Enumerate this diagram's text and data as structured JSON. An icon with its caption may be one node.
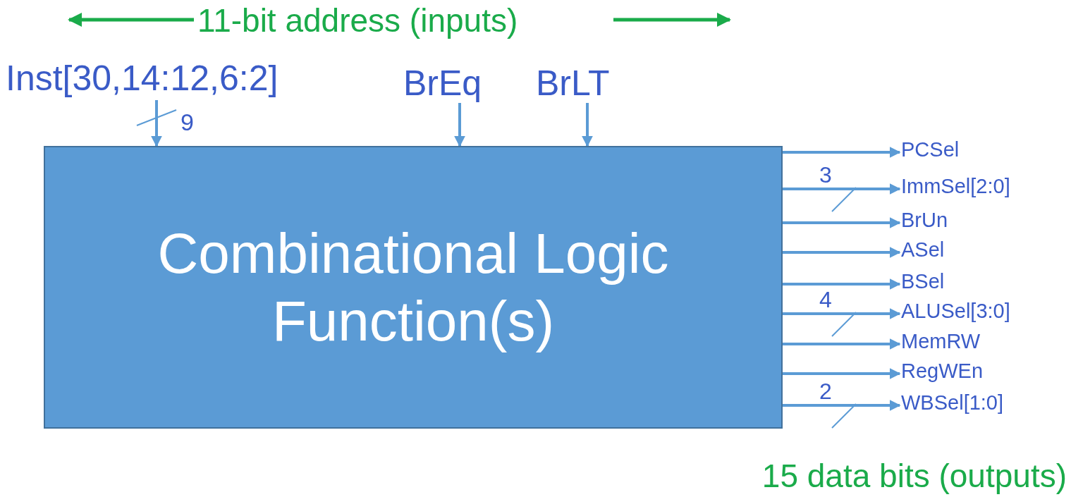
{
  "diagram": {
    "title": "11-bit address (inputs)",
    "nodes": [
      {
        "text": [
          "Combinational Logic Function(s)"
        ]
      },
      {
        "text": [
          "Inst[30,14:12,6:2]"
        ]
      },
      {
        "text": [
          "BrEq"
        ]
      },
      {
        "text": [
          "BrLT"
        ]
      },
      {
        "text": [
          "PCSel"
        ]
      },
      {
        "text": [
          "ImmSel[2:0]"
        ]
      },
      {
        "text": [
          "BrUn"
        ]
      },
      {
        "text": [
          "ASel"
        ]
      },
      {
        "text": [
          "BSel"
        ]
      },
      {
        "text": [
          "ALUSel[3:0]"
        ]
      },
      {
        "text": [
          "MemRW"
        ]
      },
      {
        "text": [
          "RegWEn"
        ]
      },
      {
        "text": [
          "WBSel[1:0]"
        ]
      }
    ],
    "edges": [
      {
        "from": 1,
        "to": 0,
        "arrow": "to",
        "label": "9"
      },
      {
        "from": 2,
        "to": 0,
        "arrow": "to"
      },
      {
        "from": 3,
        "to": 0,
        "arrow": "to"
      },
      {
        "from": 0,
        "to": 4,
        "arrow": "to"
      },
      {
        "from": 0,
        "to": 5,
        "arrow": "to",
        "label": "3"
      },
      {
        "from": 0,
        "to": 6,
        "arrow": "to"
      },
      {
        "from": 0,
        "to": 7,
        "arrow": "to"
      },
      {
        "from": 0,
        "to": 8,
        "arrow": "to"
      },
      {
        "from": 0,
        "to": 9,
        "arrow": "to",
        "label": "4"
      },
      {
        "from": 0,
        "to": 10,
        "arrow": "to"
      },
      {
        "from": 0,
        "to": 11,
        "arrow": "to"
      },
      {
        "from": 0,
        "to": 12,
        "arrow": "to",
        "label": "2"
      }
    ],
    "labels": [
      "15 data bits (outputs)"
    ]
  }
}
